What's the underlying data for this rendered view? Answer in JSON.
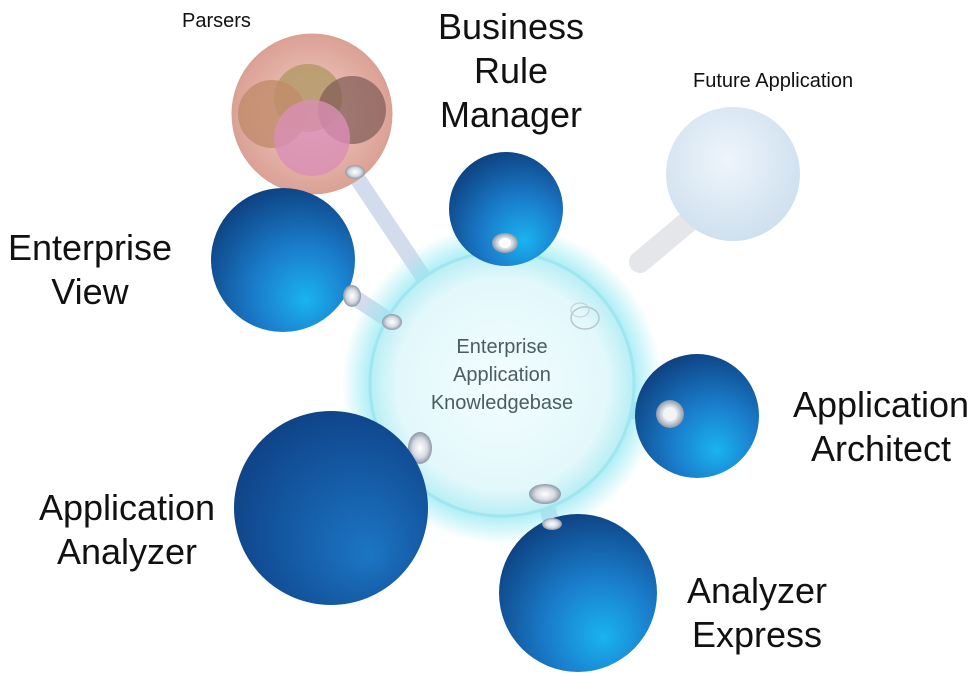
{
  "hub": {
    "name": "enterprise-application-knowledgebase",
    "lines": [
      "Enterprise",
      "Application",
      "Knowledgebase"
    ]
  },
  "nodes": {
    "business_rule_manager": [
      "Business",
      "Rule",
      "Manager"
    ],
    "future_application": "Future Application",
    "parsers": "Parsers",
    "enterprise_view": [
      "Enterprise",
      "View"
    ],
    "application_architect": [
      "Application",
      "Architect"
    ],
    "application_analyzer": [
      "Application",
      "Analyzer"
    ],
    "analyzer_express": [
      "Analyzer",
      "Express"
    ]
  },
  "colors": {
    "node_blue_light": "#1aa7e8",
    "node_blue_mid": "#1a74c4",
    "node_blue_dark": "#0f4a8c",
    "hub_fill": "#e9f9fb",
    "hub_glow": "#7fe3f0",
    "future_fill": "#d9e8f4",
    "parsers_fill": "#e3b3a8",
    "connector": "#d5dfee"
  }
}
